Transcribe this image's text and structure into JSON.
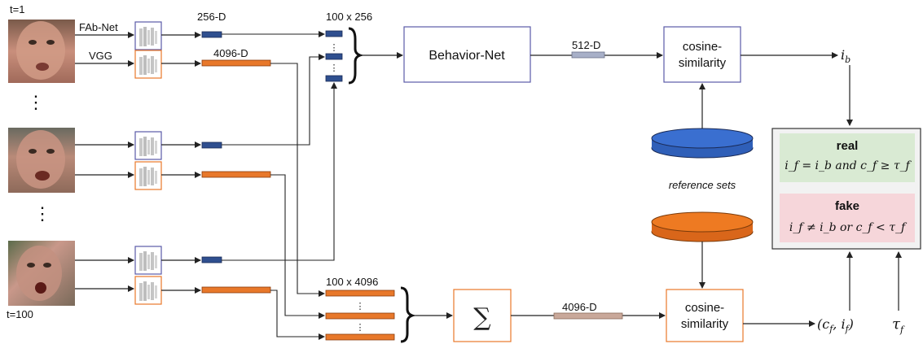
{
  "frames": {
    "first": "t=1",
    "last": "t=100",
    "vdots_1": "⋮",
    "vdots_2": "⋮"
  },
  "networks": {
    "fab_net": "FAb-Net",
    "vgg": "VGG"
  },
  "dims": {
    "fab_feature": "256-D",
    "vgg_feature": "4096-D",
    "fab_stack": "100 x 256",
    "vgg_stack": "100 x 4096",
    "behavior_out": "512-D",
    "sum_out": "4096-D"
  },
  "blocks": {
    "behavior_net": "Behavior-Net",
    "cosine_top_1": "cosine-",
    "cosine_top_2": "similarity",
    "cosine_bottom_1": "cosine-",
    "cosine_bottom_2": "similarity",
    "sum_symbol": "∑",
    "reference_sets": "reference sets"
  },
  "outputs": {
    "i_b_main": "i",
    "i_b_sub": "b",
    "c_f_pair_main": "(c",
    "c_f_pair_sub1": "f",
    "c_f_pair_mid": ", i",
    "c_f_pair_sub2": "f",
    "c_f_pair_end": ")",
    "tau_main": "τ",
    "tau_sub": "f"
  },
  "decision": {
    "real_title": "real",
    "real_rule": "i_f = i_b and c_f ≥ τ_f",
    "fake_title": "fake",
    "fake_rule": "i_f ≠ i_b or c_f < τ_f"
  },
  "colors": {
    "fab_blue": "#2f4f8f",
    "vgg_orange": "#e8782a",
    "cylinder_blue": "#3a6fd0",
    "cylinder_orange": "#ee7a22",
    "behavior_border": "#5a5aa8",
    "sum_border": "#e8782a",
    "real_bg": "#d9ead3",
    "fake_bg": "#f6d6da",
    "out_512": "#a8b0c8",
    "out_4096": "#c9a89a"
  }
}
